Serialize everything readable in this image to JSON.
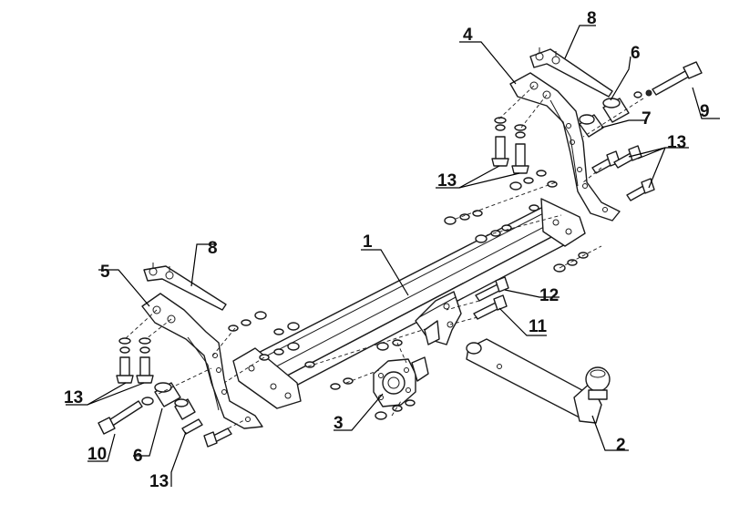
{
  "labels": {
    "l1": "1",
    "l2": "2",
    "l3": "3",
    "l4": "4",
    "l5": "5",
    "l6a": "6",
    "l6b": "6",
    "l7": "7",
    "l8a": "8",
    "l8b": "8",
    "l9": "9",
    "l10": "10",
    "l11": "11",
    "l12": "12",
    "l13a": "13",
    "l13b": "13",
    "l13c": "13",
    "l13d": "13"
  }
}
